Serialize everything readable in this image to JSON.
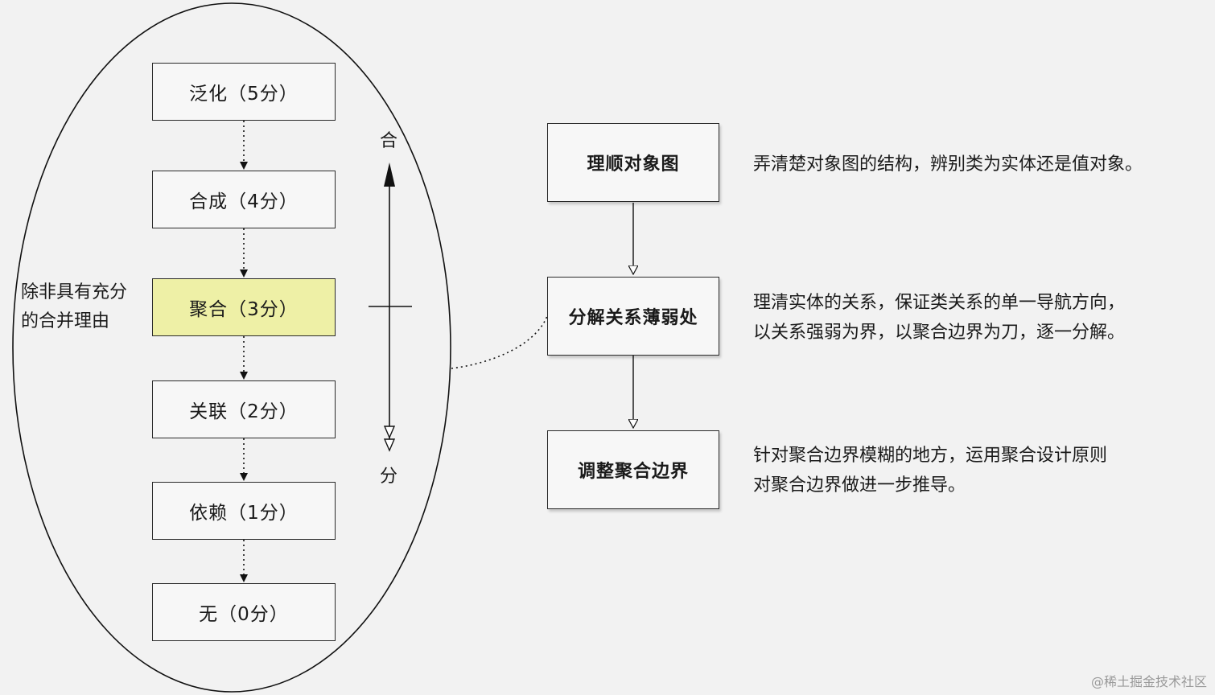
{
  "levels": [
    {
      "label": "泛化（5分）"
    },
    {
      "label": "合成（4分）"
    },
    {
      "label": "聚合（3分）",
      "highlighted": true
    },
    {
      "label": "关联（2分）"
    },
    {
      "label": "依赖（1分）"
    },
    {
      "label": "无（0分）"
    }
  ],
  "side_note": {
    "line1": "除非具有充分",
    "line2": "的合并理由"
  },
  "axis": {
    "top_label": "合",
    "bottom_label": "分"
  },
  "steps": [
    {
      "label": "理顺对象图",
      "desc_lines": [
        "弄清楚对象图的结构，辨别类为实体还是值对象。"
      ]
    },
    {
      "label": "分解关系薄弱处",
      "desc_lines": [
        "理清实体的关系，保证类关系的单一导航方向，",
        "以关系强弱为界，以聚合边界为刀，逐一分解。"
      ]
    },
    {
      "label": "调整聚合边界",
      "desc_lines": [
        "针对聚合边界模糊的地方，运用聚合设计原则",
        "对聚合边界做进一步推导。"
      ]
    }
  ],
  "watermark": "@稀土掘金技术社区",
  "colors": {
    "background": "#f2f2f2",
    "highlight": "#eef0a6",
    "stroke": "#2a2a2a"
  }
}
